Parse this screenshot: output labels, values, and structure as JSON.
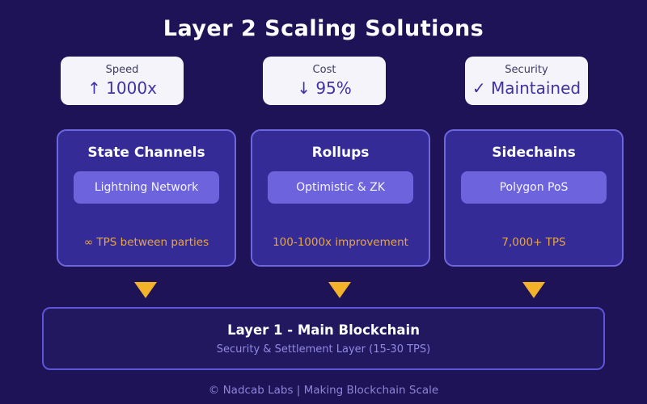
{
  "title": "Layer 2 Scaling Solutions",
  "stats": [
    {
      "label": "Speed",
      "value": "↑ 1000x"
    },
    {
      "label": "Cost",
      "value": "↓ 95%"
    },
    {
      "label": "Security",
      "value": "✓ Maintained"
    }
  ],
  "solutions": [
    {
      "title": "State Channels",
      "example": "Lightning Network",
      "metric": "∞ TPS between parties"
    },
    {
      "title": "Rollups",
      "example": "Optimistic & ZK",
      "metric": "100-1000x improvement"
    },
    {
      "title": "Sidechains",
      "example": "Polygon PoS",
      "metric": "7,000+ TPS"
    }
  ],
  "layer1": {
    "title": "Layer 1 - Main Blockchain",
    "subtitle": "Security & Settlement Layer (15-30 TPS)"
  },
  "footer": "© Nadcab Labs | Making Blockchain Scale",
  "colors": {
    "page_bg": "#1e1356",
    "title_text": "#ffffff",
    "stat_card_bg": "#f6f4fb",
    "stat_label": "#3c3b60",
    "stat_value": "#3e32a6",
    "card_bg": "#352b96",
    "card_border": "#6e66dd",
    "card_title_text": "#ffffff",
    "pill_bg": "#6d64dd",
    "pill_text": "#f5f3fd",
    "metric_orange": "#e8a640",
    "arrow_gold": "#f3b229",
    "layer1_bg": "#221860",
    "layer1_border": "#5d55d8",
    "layer1_title_text": "#ffffff",
    "layer1_subtitle_text": "#9289e2",
    "footer_text": "#8d84d8"
  }
}
